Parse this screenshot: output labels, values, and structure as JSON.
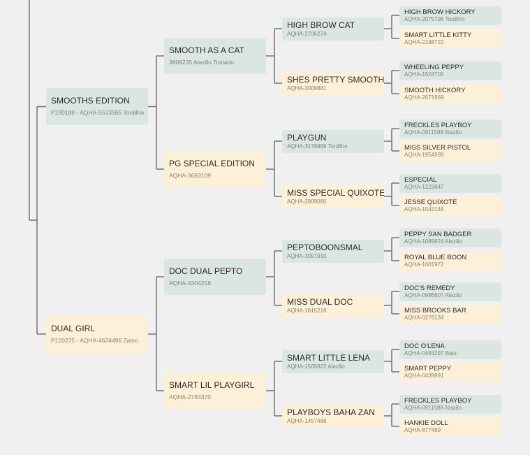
{
  "colors": {
    "male_box": "#dce6e0",
    "female_box": "#fdf0d8",
    "connector": "#7a7a7a",
    "background": "#f0f0f0"
  },
  "pedigree": {
    "sire": {
      "name": "SMOOTHS EDITION",
      "info": "P190188 - AQHA-5533585 Tordilho",
      "sire": {
        "name": "SMOOTH AS A CAT",
        "info": "3808235 Alazão Tostado",
        "sire": {
          "name": "HIGH BROW CAT",
          "info": "AQHA-2706274",
          "sire": {
            "name": "HIGH BROW HICKORY",
            "info": "AQHA-2075796 Tordilho"
          },
          "dam": {
            "name": "SMART LITTLE KITTY",
            "info": "AQHA-2198722"
          }
        },
        "dam": {
          "name": "SHES PRETTY SMOOTH",
          "info": "AQHA-3009881",
          "sire": {
            "name": "WHEELING PEPPY",
            "info": "AQHA-1624705"
          },
          "dam": {
            "name": "SMOOTH HICKORY",
            "info": "AQHA-2071969"
          }
        }
      },
      "dam": {
        "name": "PG SPECIAL EDITION",
        "info": "AQHA-3683109",
        "sire": {
          "name": "PLAYGUN",
          "info": "AQHA-3178989 Tordilho",
          "sire": {
            "name": "FRECKLES PLAYBOY",
            "info": "AQHA-0911588 Alazão"
          },
          "dam": {
            "name": "MISS SILVER PISTOL",
            "info": "AQHA-1954999"
          }
        },
        "dam": {
          "name": "MISS SPECIAL QUIXOTE",
          "info": "AQHA-2809080",
          "sire": {
            "name": "ESPECIAL",
            "info": "AQHA-1223847"
          },
          "dam": {
            "name": "JESSE QUIXOTE",
            "info": "AQHA-1542148"
          }
        }
      }
    },
    "dam": {
      "name": "DUAL GIRL",
      "info": "P120275 - AQHA-4624496 Zaino",
      "sire": {
        "name": "DOC DUAL PEPTO",
        "info": "AQHA-4304218",
        "sire": {
          "name": "PEPTOBOONSMAL",
          "info": "AQHA-3097910",
          "sire": {
            "name": "PEPPY SAN BADGER",
            "info": "AQHA-1089924 Alazão"
          },
          "dam": {
            "name": "ROYAL BLUE BOON",
            "info": "AQHA-1601972"
          }
        },
        "dam": {
          "name": "MISS DUAL DOC",
          "info": "AQHA-1615218",
          "sire": {
            "name": "DOC'S REMEDY",
            "info": "AQHA-0986607 Alazão"
          },
          "dam": {
            "name": "MISS BROOKS BAR",
            "info": "AQHA-0276134"
          }
        }
      },
      "dam": {
        "name": "SMART LIL PLAYGIRL",
        "info": "AQHA-2783370",
        "sire": {
          "name": "SMART LITTLE LENA",
          "info": "AQHA-1565822 Alazão",
          "sire": {
            "name": "DOC O'LENA",
            "info": "AQHA-0493297 Baio"
          },
          "dam": {
            "name": "SMART PEPPY",
            "info": "AQHA-0439891"
          }
        },
        "dam": {
          "name": "PLAYBOYS BAHA ZAN",
          "info": "AQHA-1457488",
          "sire": {
            "name": "FRECKLES PLAYBOY",
            "info": "AQHA-0911588 Alazão"
          },
          "dam": {
            "name": "HANKIE DOLL",
            "info": "AQHA-877489"
          }
        }
      }
    }
  }
}
